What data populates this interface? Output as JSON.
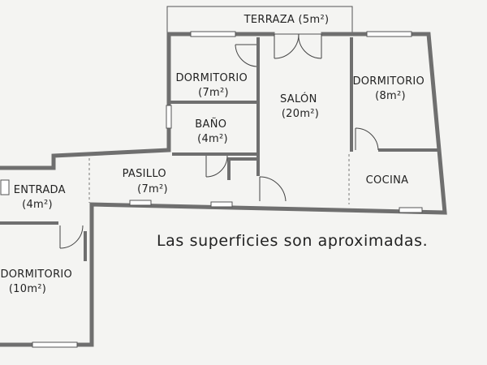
{
  "plan": {
    "rooms": [
      {
        "id": "terraza",
        "lines": [
          "TERRAZA (5m²)"
        ]
      },
      {
        "id": "dormitorio-7",
        "lines": [
          "DORMITORIO",
          "(7m²)"
        ]
      },
      {
        "id": "salon",
        "lines": [
          "SALÓN",
          "(20m²)"
        ]
      },
      {
        "id": "dormitorio-8",
        "lines": [
          "DORMITORIO",
          "(8m²)"
        ]
      },
      {
        "id": "bano",
        "lines": [
          "BAÑO",
          "(4m²)"
        ]
      },
      {
        "id": "pasillo",
        "lines": [
          "PASILLO",
          "(7m²)"
        ]
      },
      {
        "id": "cocina",
        "lines": [
          "COCINA"
        ]
      },
      {
        "id": "entrada",
        "lines": [
          "ENTRADA",
          "(4m²)"
        ]
      },
      {
        "id": "dormitorio-10",
        "lines": [
          "DORMITORIO",
          "(10m²)"
        ]
      }
    ],
    "note": "Las superficies son aproximadas."
  }
}
